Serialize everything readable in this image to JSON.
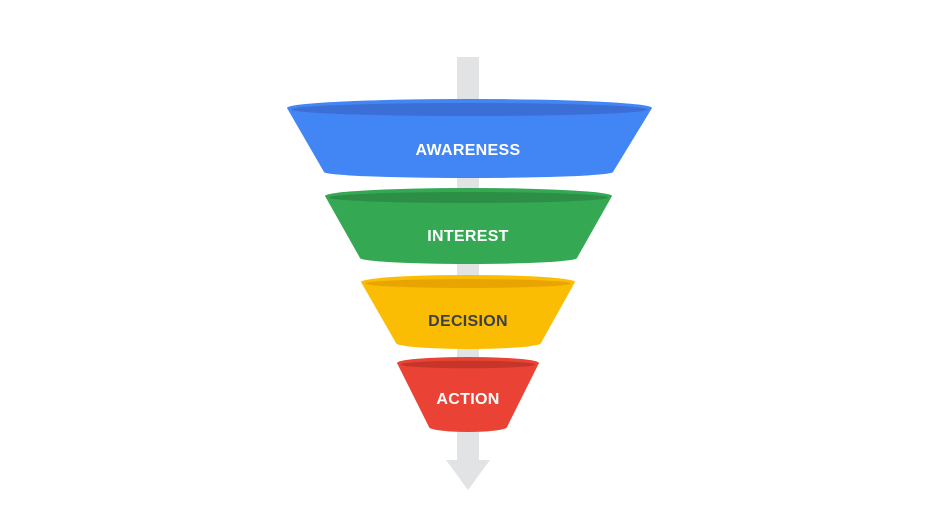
{
  "diagram": {
    "type": "funnel",
    "arrow_color": "#e2e3e5",
    "stages": [
      {
        "label": "AWARENESS",
        "color": "#4285f4",
        "rim_color": "#3b6fd6",
        "text_color": "#ffffff"
      },
      {
        "label": "INTEREST",
        "color": "#34a853",
        "rim_color": "#2c8f45",
        "text_color": "#ffffff"
      },
      {
        "label": "DECISION",
        "color": "#fbbc04",
        "rim_color": "#e8a400",
        "text_color": "#3c4043"
      },
      {
        "label": "ACTION",
        "color": "#ea4335",
        "rim_color": "#c5352a",
        "text_color": "#ffffff"
      }
    ]
  }
}
